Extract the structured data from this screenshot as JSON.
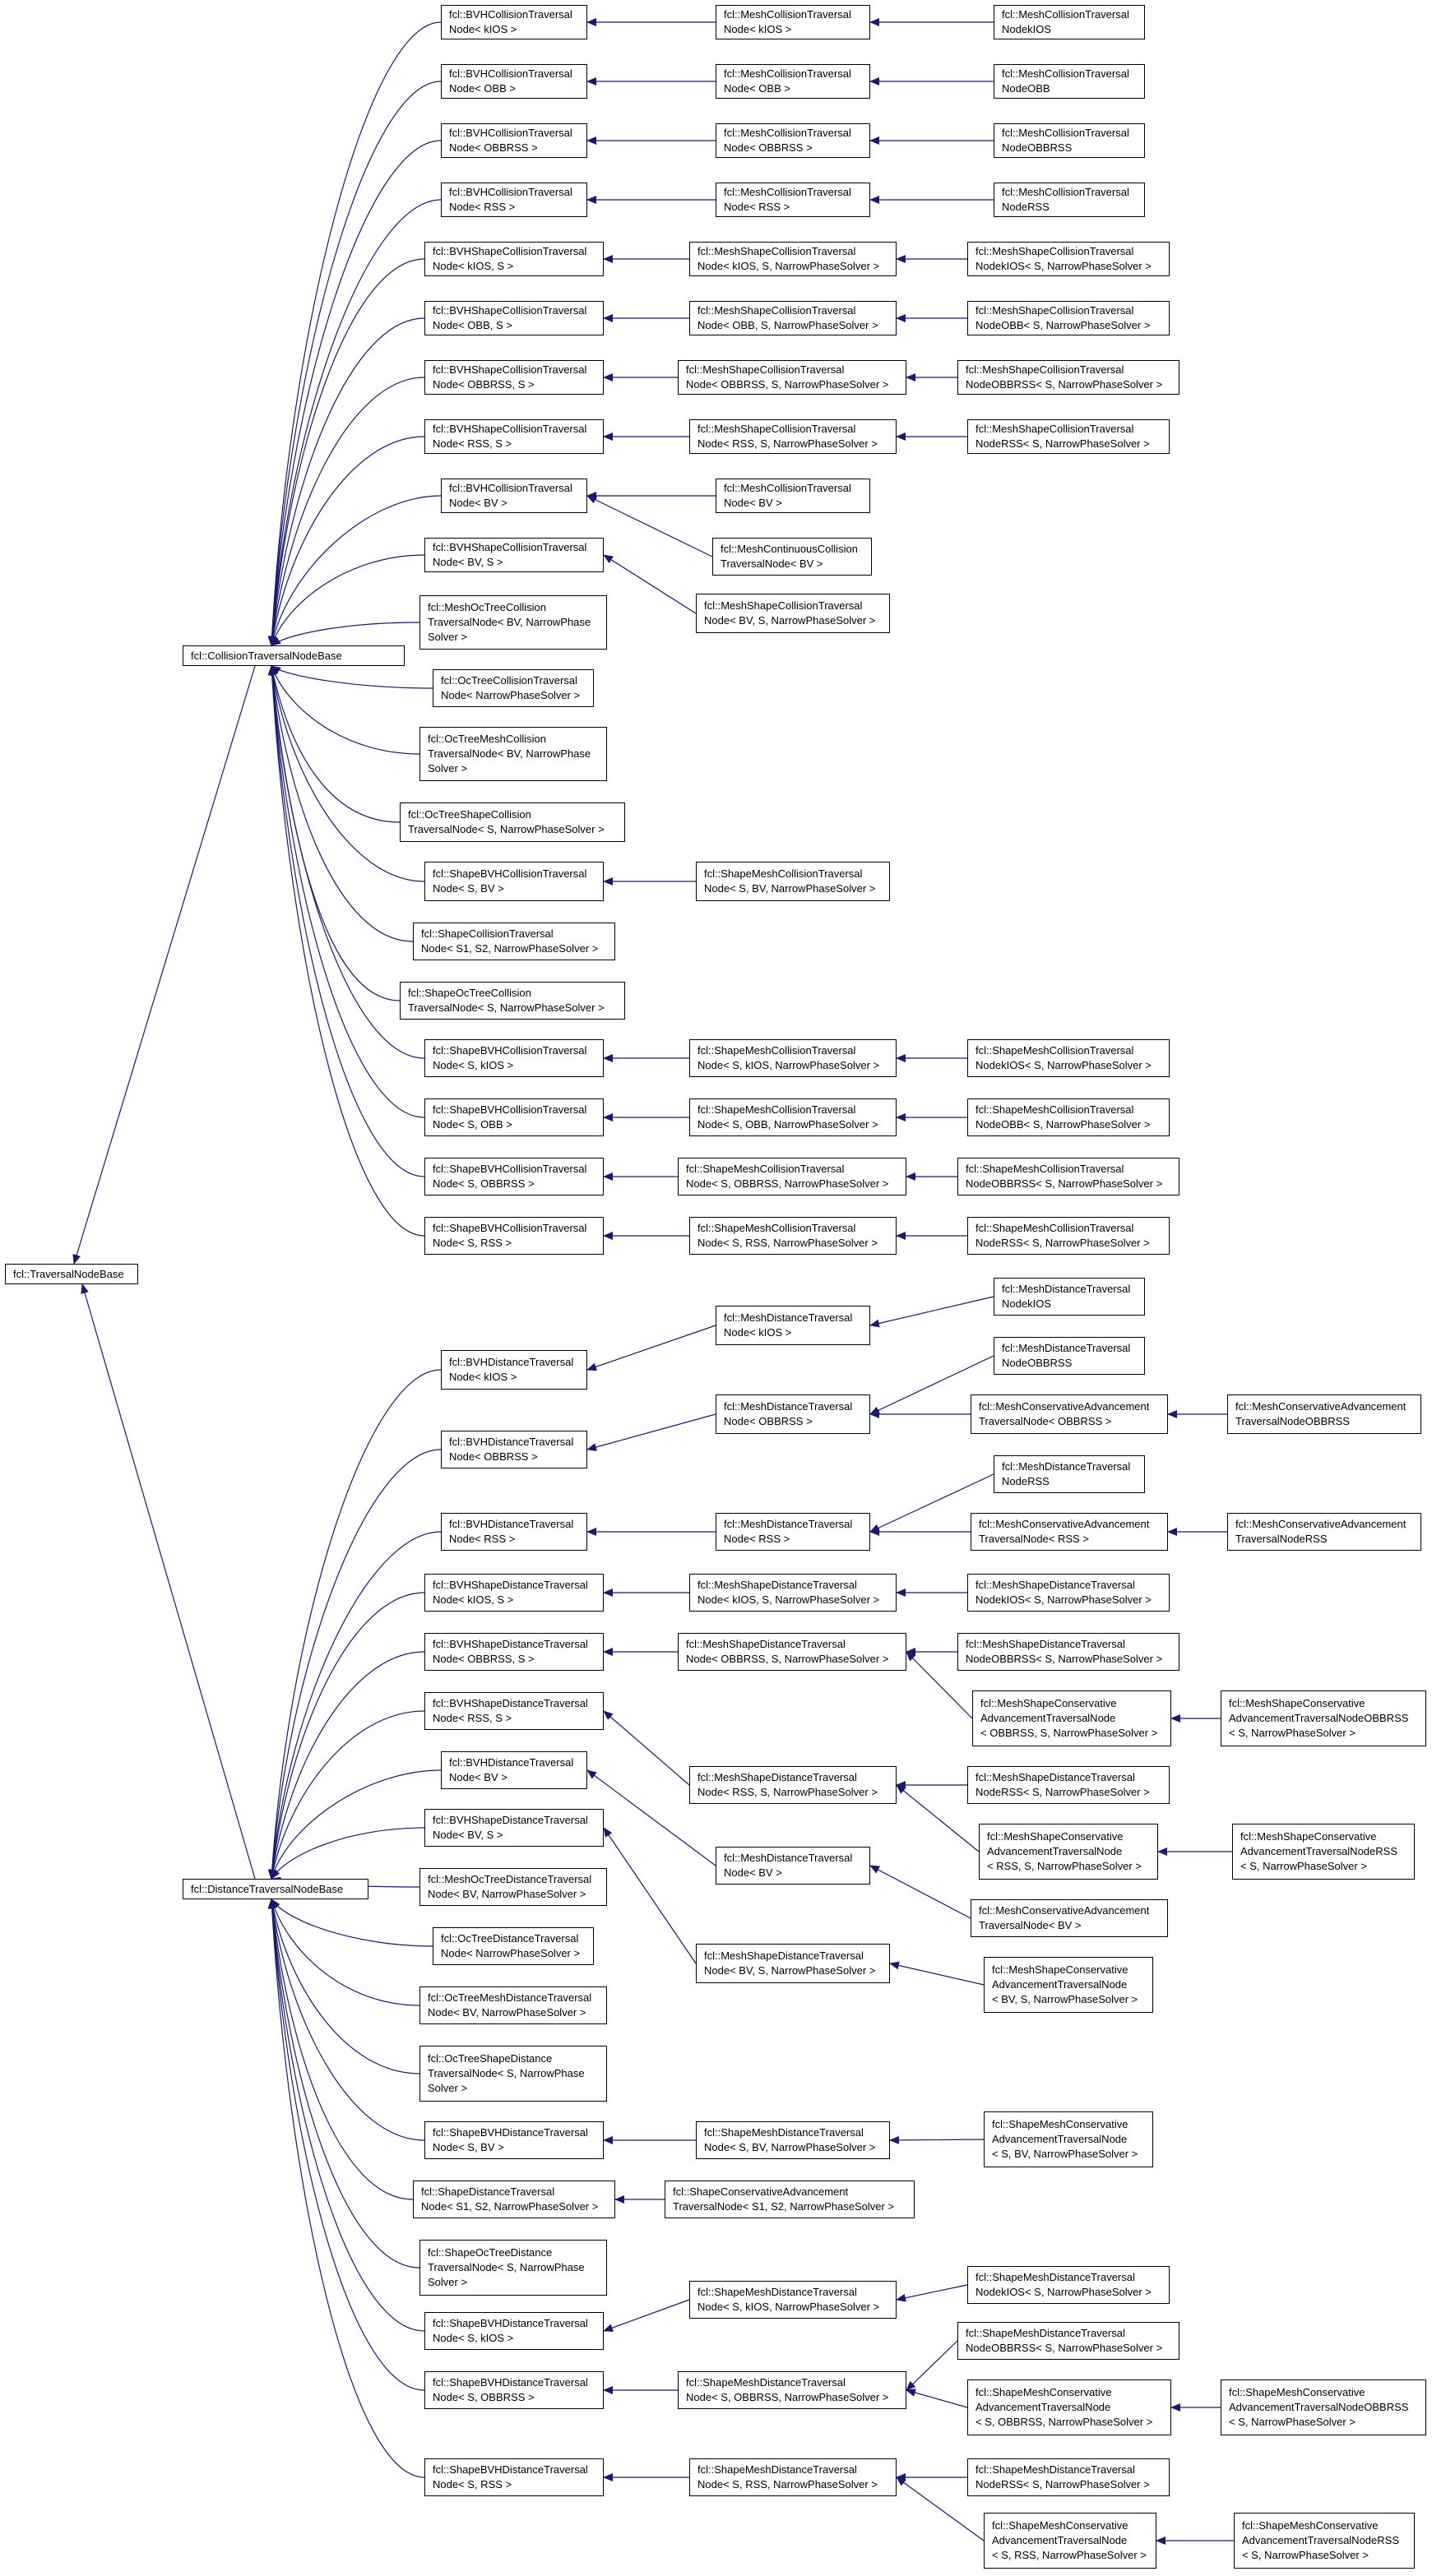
{
  "title": "",
  "colors": {
    "edge": "#191970",
    "border": "#000000",
    "background": "#ffffff"
  },
  "nodes": [
    {
      "id": "root",
      "lines": [
        "fcl::TraversalNodeBase"
      ]
    },
    {
      "id": "cbase",
      "lines": [
        "fcl::CollisionTraversalNodeBase"
      ]
    },
    {
      "id": "dbase",
      "lines": [
        "fcl::DistanceTraversalNodeBase"
      ]
    },
    {
      "id": "c1a",
      "lines": [
        "fcl::BVHCollisionTraversal",
        "Node< kIOS >"
      ]
    },
    {
      "id": "c1b",
      "lines": [
        "fcl::MeshCollisionTraversal",
        "Node< kIOS >"
      ]
    },
    {
      "id": "c1c",
      "lines": [
        "fcl::MeshCollisionTraversal",
        "NodekIOS"
      ]
    },
    {
      "id": "c2a",
      "lines": [
        "fcl::BVHCollisionTraversal",
        "Node< OBB >"
      ]
    },
    {
      "id": "c2b",
      "lines": [
        "fcl::MeshCollisionTraversal",
        "Node< OBB >"
      ]
    },
    {
      "id": "c2c",
      "lines": [
        "fcl::MeshCollisionTraversal",
        "NodeOBB"
      ]
    },
    {
      "id": "c3a",
      "lines": [
        "fcl::BVHCollisionTraversal",
        "Node< OBBRSS >"
      ]
    },
    {
      "id": "c3b",
      "lines": [
        "fcl::MeshCollisionTraversal",
        "Node< OBBRSS >"
      ]
    },
    {
      "id": "c3c",
      "lines": [
        "fcl::MeshCollisionTraversal",
        "NodeOBBRSS"
      ]
    },
    {
      "id": "c4a",
      "lines": [
        "fcl::BVHCollisionTraversal",
        "Node< RSS >"
      ]
    },
    {
      "id": "c4b",
      "lines": [
        "fcl::MeshCollisionTraversal",
        "Node< RSS >"
      ]
    },
    {
      "id": "c4c",
      "lines": [
        "fcl::MeshCollisionTraversal",
        "NodeRSS"
      ]
    },
    {
      "id": "c5a",
      "lines": [
        "fcl::BVHShapeCollisionTraversal",
        "Node< kIOS, S >"
      ]
    },
    {
      "id": "c5b",
      "lines": [
        "fcl::MeshShapeCollisionTraversal",
        "Node< kIOS, S, NarrowPhaseSolver >"
      ]
    },
    {
      "id": "c5c",
      "lines": [
        "fcl::MeshShapeCollisionTraversal",
        "NodekIOS< S, NarrowPhaseSolver >"
      ]
    },
    {
      "id": "c6a",
      "lines": [
        "fcl::BVHShapeCollisionTraversal",
        "Node< OBB, S >"
      ]
    },
    {
      "id": "c6b",
      "lines": [
        "fcl::MeshShapeCollisionTraversal",
        "Node< OBB, S, NarrowPhaseSolver >"
      ]
    },
    {
      "id": "c6c",
      "lines": [
        "fcl::MeshShapeCollisionTraversal",
        "NodeOBB< S, NarrowPhaseSolver >"
      ]
    },
    {
      "id": "c7a",
      "lines": [
        "fcl::BVHShapeCollisionTraversal",
        "Node< OBBRSS, S >"
      ]
    },
    {
      "id": "c7b",
      "lines": [
        "fcl::MeshShapeCollisionTraversal",
        "Node< OBBRSS, S, NarrowPhaseSolver >"
      ]
    },
    {
      "id": "c7c",
      "lines": [
        "fcl::MeshShapeCollisionTraversal",
        "NodeOBBRSS< S, NarrowPhaseSolver >"
      ]
    },
    {
      "id": "c8a",
      "lines": [
        "fcl::BVHShapeCollisionTraversal",
        "Node< RSS, S >"
      ]
    },
    {
      "id": "c8b",
      "lines": [
        "fcl::MeshShapeCollisionTraversal",
        "Node< RSS, S, NarrowPhaseSolver >"
      ]
    },
    {
      "id": "c8c",
      "lines": [
        "fcl::MeshShapeCollisionTraversal",
        "NodeRSS< S, NarrowPhaseSolver >"
      ]
    },
    {
      "id": "c9a",
      "lines": [
        "fcl::BVHCollisionTraversal",
        "Node< BV >"
      ]
    },
    {
      "id": "c9b",
      "lines": [
        "fcl::MeshCollisionTraversal",
        "Node< BV >"
      ]
    },
    {
      "id": "c9c",
      "lines": [
        "fcl::MeshContinuousCollision",
        "TraversalNode< BV >"
      ]
    },
    {
      "id": "c10a",
      "lines": [
        "fcl::BVHShapeCollisionTraversal",
        "Node< BV, S >"
      ]
    },
    {
      "id": "c10b",
      "lines": [
        "fcl::MeshShapeCollisionTraversal",
        "Node< BV, S, NarrowPhaseSolver >"
      ]
    },
    {
      "id": "c11",
      "lines": [
        "fcl::MeshOcTreeCollision",
        "TraversalNode< BV, NarrowPhase",
        "Solver >"
      ]
    },
    {
      "id": "c12",
      "lines": [
        "fcl::OcTreeCollisionTraversal",
        "Node< NarrowPhaseSolver >"
      ]
    },
    {
      "id": "c13",
      "lines": [
        "fcl::OcTreeMeshCollision",
        "TraversalNode< BV, NarrowPhase",
        "Solver >"
      ]
    },
    {
      "id": "c14",
      "lines": [
        "fcl::OcTreeShapeCollision",
        "TraversalNode< S, NarrowPhaseSolver >"
      ]
    },
    {
      "id": "c15a",
      "lines": [
        "fcl::ShapeBVHCollisionTraversal",
        "Node< S, BV >"
      ]
    },
    {
      "id": "c15b",
      "lines": [
        "fcl::ShapeMeshCollisionTraversal",
        "Node< S, BV, NarrowPhaseSolver >"
      ]
    },
    {
      "id": "c16",
      "lines": [
        "fcl::ShapeCollisionTraversal",
        "Node< S1, S2, NarrowPhaseSolver >"
      ]
    },
    {
      "id": "c17",
      "lines": [
        "fcl::ShapeOcTreeCollision",
        "TraversalNode< S, NarrowPhaseSolver >"
      ]
    },
    {
      "id": "c18a",
      "lines": [
        "fcl::ShapeBVHCollisionTraversal",
        "Node< S, kIOS >"
      ]
    },
    {
      "id": "c18b",
      "lines": [
        "fcl::ShapeMeshCollisionTraversal",
        "Node< S, kIOS, NarrowPhaseSolver >"
      ]
    },
    {
      "id": "c18c",
      "lines": [
        "fcl::ShapeMeshCollisionTraversal",
        "NodekIOS< S, NarrowPhaseSolver >"
      ]
    },
    {
      "id": "c19a",
      "lines": [
        "fcl::ShapeBVHCollisionTraversal",
        "Node< S, OBB >"
      ]
    },
    {
      "id": "c19b",
      "lines": [
        "fcl::ShapeMeshCollisionTraversal",
        "Node< S, OBB, NarrowPhaseSolver >"
      ]
    },
    {
      "id": "c19c",
      "lines": [
        "fcl::ShapeMeshCollisionTraversal",
        "NodeOBB< S, NarrowPhaseSolver >"
      ]
    },
    {
      "id": "c20a",
      "lines": [
        "fcl::ShapeBVHCollisionTraversal",
        "Node< S, OBBRSS >"
      ]
    },
    {
      "id": "c20b",
      "lines": [
        "fcl::ShapeMeshCollisionTraversal",
        "Node< S, OBBRSS, NarrowPhaseSolver >"
      ]
    },
    {
      "id": "c20c",
      "lines": [
        "fcl::ShapeMeshCollisionTraversal",
        "NodeOBBRSS< S, NarrowPhaseSolver >"
      ]
    },
    {
      "id": "c21a",
      "lines": [
        "fcl::ShapeBVHCollisionTraversal",
        "Node< S, RSS >"
      ]
    },
    {
      "id": "c21b",
      "lines": [
        "fcl::ShapeMeshCollisionTraversal",
        "Node< S, RSS, NarrowPhaseSolver >"
      ]
    },
    {
      "id": "c21c",
      "lines": [
        "fcl::ShapeMeshCollisionTraversal",
        "NodeRSS< S, NarrowPhaseSolver >"
      ]
    },
    {
      "id": "d1a",
      "lines": [
        "fcl::BVHDistanceTraversal",
        "Node< kIOS >"
      ]
    },
    {
      "id": "d1b",
      "lines": [
        "fcl::MeshDistanceTraversal",
        "Node< kIOS >"
      ]
    },
    {
      "id": "d1c",
      "lines": [
        "fcl::MeshDistanceTraversal",
        "NodekIOS"
      ]
    },
    {
      "id": "d2a",
      "lines": [
        "fcl::BVHDistanceTraversal",
        "Node< OBBRSS >"
      ]
    },
    {
      "id": "d2b",
      "lines": [
        "fcl::MeshDistanceTraversal",
        "Node< OBBRSS >"
      ]
    },
    {
      "id": "d2c",
      "lines": [
        "fcl::MeshDistanceTraversal",
        "NodeOBBRSS"
      ]
    },
    {
      "id": "d2d",
      "lines": [
        "fcl::MeshConservativeAdvancement",
        "TraversalNode< OBBRSS >"
      ]
    },
    {
      "id": "d2e",
      "lines": [
        "fcl::MeshConservativeAdvancement",
        "TraversalNodeOBBRSS"
      ]
    },
    {
      "id": "d3a",
      "lines": [
        "fcl::BVHDistanceTraversal",
        "Node< RSS >"
      ]
    },
    {
      "id": "d3b",
      "lines": [
        "fcl::MeshDistanceTraversal",
        "Node< RSS >"
      ]
    },
    {
      "id": "d3c",
      "lines": [
        "fcl::MeshDistanceTraversal",
        "NodeRSS"
      ]
    },
    {
      "id": "d3d",
      "lines": [
        "fcl::MeshConservativeAdvancement",
        "TraversalNode< RSS >"
      ]
    },
    {
      "id": "d3e",
      "lines": [
        "fcl::MeshConservativeAdvancement",
        "TraversalNodeRSS"
      ]
    },
    {
      "id": "d4a",
      "lines": [
        "fcl::BVHShapeDistanceTraversal",
        "Node< kIOS, S >"
      ]
    },
    {
      "id": "d4b",
      "lines": [
        "fcl::MeshShapeDistanceTraversal",
        "Node< kIOS, S, NarrowPhaseSolver >"
      ]
    },
    {
      "id": "d4c",
      "lines": [
        "fcl::MeshShapeDistanceTraversal",
        "NodekIOS< S, NarrowPhaseSolver >"
      ]
    },
    {
      "id": "d5a",
      "lines": [
        "fcl::BVHShapeDistanceTraversal",
        "Node< OBBRSS, S >"
      ]
    },
    {
      "id": "d5b",
      "lines": [
        "fcl::MeshShapeDistanceTraversal",
        "Node< OBBRSS, S, NarrowPhaseSolver >"
      ]
    },
    {
      "id": "d5c",
      "lines": [
        "fcl::MeshShapeDistanceTraversal",
        "NodeOBBRSS< S, NarrowPhaseSolver >"
      ]
    },
    {
      "id": "d5d",
      "lines": [
        "fcl::MeshShapeConservative",
        "AdvancementTraversalNode",
        "< OBBRSS, S, NarrowPhaseSolver >"
      ]
    },
    {
      "id": "d5e",
      "lines": [
        "fcl::MeshShapeConservative",
        "AdvancementTraversalNodeOBBRSS",
        "< S, NarrowPhaseSolver >"
      ]
    },
    {
      "id": "d6a",
      "lines": [
        "fcl::BVHShapeDistanceTraversal",
        "Node< RSS, S >"
      ]
    },
    {
      "id": "d6b",
      "lines": [
        "fcl::MeshShapeDistanceTraversal",
        "Node< RSS, S, NarrowPhaseSolver >"
      ]
    },
    {
      "id": "d6c",
      "lines": [
        "fcl::MeshShapeDistanceTraversal",
        "NodeRSS< S, NarrowPhaseSolver >"
      ]
    },
    {
      "id": "d6d",
      "lines": [
        "fcl::MeshShapeConservative",
        "AdvancementTraversalNode",
        "< RSS, S, NarrowPhaseSolver >"
      ]
    },
    {
      "id": "d6e",
      "lines": [
        "fcl::MeshShapeConservative",
        "AdvancementTraversalNodeRSS",
        "< S, NarrowPhaseSolver >"
      ]
    },
    {
      "id": "d7a",
      "lines": [
        "fcl::BVHDistanceTraversal",
        "Node< BV >"
      ]
    },
    {
      "id": "d7b",
      "lines": [
        "fcl::MeshDistanceTraversal",
        "Node< BV >"
      ]
    },
    {
      "id": "d7c",
      "lines": [
        "fcl::MeshConservativeAdvancement",
        "TraversalNode< BV >"
      ]
    },
    {
      "id": "d8a",
      "lines": [
        "fcl::BVHShapeDistanceTraversal",
        "Node< BV, S >"
      ]
    },
    {
      "id": "d8b",
      "lines": [
        "fcl::MeshShapeDistanceTraversal",
        "Node< BV, S, NarrowPhaseSolver >"
      ]
    },
    {
      "id": "d8c",
      "lines": [
        "fcl::MeshShapeConservative",
        "AdvancementTraversalNode",
        "< BV, S, NarrowPhaseSolver >"
      ]
    },
    {
      "id": "d9",
      "lines": [
        "fcl::MeshOcTreeDistanceTraversal",
        "Node< BV, NarrowPhaseSolver >"
      ]
    },
    {
      "id": "d10",
      "lines": [
        "fcl::OcTreeDistanceTraversal",
        "Node< NarrowPhaseSolver >"
      ]
    },
    {
      "id": "d11",
      "lines": [
        "fcl::OcTreeMeshDistanceTraversal",
        "Node< BV, NarrowPhaseSolver >"
      ]
    },
    {
      "id": "d12",
      "lines": [
        "fcl::OcTreeShapeDistance",
        "TraversalNode< S, NarrowPhase",
        "Solver >"
      ]
    },
    {
      "id": "d13a",
      "lines": [
        "fcl::ShapeBVHDistanceTraversal",
        "Node< S, BV >"
      ]
    },
    {
      "id": "d13b",
      "lines": [
        "fcl::ShapeMeshDistanceTraversal",
        "Node< S, BV, NarrowPhaseSolver >"
      ]
    },
    {
      "id": "d13c",
      "lines": [
        "fcl::ShapeMeshConservative",
        "AdvancementTraversalNode",
        "< S, BV, NarrowPhaseSolver >"
      ]
    },
    {
      "id": "d14a",
      "lines": [
        "fcl::ShapeDistanceTraversal",
        "Node< S1, S2, NarrowPhaseSolver >"
      ]
    },
    {
      "id": "d14b",
      "lines": [
        "fcl::ShapeConservativeAdvancement",
        "TraversalNode< S1, S2, NarrowPhaseSolver >"
      ]
    },
    {
      "id": "d15",
      "lines": [
        "fcl::ShapeOcTreeDistance",
        "TraversalNode< S, NarrowPhase",
        "Solver >"
      ]
    },
    {
      "id": "d16a",
      "lines": [
        "fcl::ShapeBVHDistanceTraversal",
        "Node< S, kIOS >"
      ]
    },
    {
      "id": "d16b",
      "lines": [
        "fcl::ShapeMeshDistanceTraversal",
        "Node< S, kIOS, NarrowPhaseSolver >"
      ]
    },
    {
      "id": "d16c",
      "lines": [
        "fcl::ShapeMeshDistanceTraversal",
        "NodekIOS< S, NarrowPhaseSolver >"
      ]
    },
    {
      "id": "d17a",
      "lines": [
        "fcl::ShapeBVHDistanceTraversal",
        "Node< S, OBBRSS >"
      ]
    },
    {
      "id": "d17b",
      "lines": [
        "fcl::ShapeMeshDistanceTraversal",
        "Node< S, OBBRSS, NarrowPhaseSolver >"
      ]
    },
    {
      "id": "d17c",
      "lines": [
        "fcl::ShapeMeshDistanceTraversal",
        "NodeOBBRSS< S, NarrowPhaseSolver >"
      ]
    },
    {
      "id": "d17d",
      "lines": [
        "fcl::ShapeMeshConservative",
        "AdvancementTraversalNode",
        "< S, OBBRSS, NarrowPhaseSolver >"
      ]
    },
    {
      "id": "d17e",
      "lines": [
        "fcl::ShapeMeshConservative",
        "AdvancementTraversalNodeOBBRSS",
        "< S, NarrowPhaseSolver >"
      ]
    },
    {
      "id": "d18a",
      "lines": [
        "fcl::ShapeBVHDistanceTraversal",
        "Node< S, RSS >"
      ]
    },
    {
      "id": "d18b",
      "lines": [
        "fcl::ShapeMeshDistanceTraversal",
        "Node< S, RSS, NarrowPhaseSolver >"
      ]
    },
    {
      "id": "d18c",
      "lines": [
        "fcl::ShapeMeshDistanceTraversal",
        "NodeRSS< S, NarrowPhaseSolver >"
      ]
    },
    {
      "id": "d18d",
      "lines": [
        "fcl::ShapeMeshConservative",
        "AdvancementTraversalNode",
        "< S, RSS, NarrowPhaseSolver >"
      ]
    },
    {
      "id": "d18e",
      "lines": [
        "fcl::ShapeMeshConservative",
        "AdvancementTraversalNodeRSS",
        "< S, NarrowPhaseSolver >"
      ]
    }
  ],
  "edges": [
    [
      "cbase",
      "root"
    ],
    [
      "dbase",
      "root"
    ],
    [
      "c1a",
      "cbase"
    ],
    [
      "c1b",
      "c1a"
    ],
    [
      "c1c",
      "c1b"
    ],
    [
      "c2a",
      "cbase"
    ],
    [
      "c2b",
      "c2a"
    ],
    [
      "c2c",
      "c2b"
    ],
    [
      "c3a",
      "cbase"
    ],
    [
      "c3b",
      "c3a"
    ],
    [
      "c3c",
      "c3b"
    ],
    [
      "c4a",
      "cbase"
    ],
    [
      "c4b",
      "c4a"
    ],
    [
      "c4c",
      "c4b"
    ],
    [
      "c5a",
      "cbase"
    ],
    [
      "c5b",
      "c5a"
    ],
    [
      "c5c",
      "c5b"
    ],
    [
      "c6a",
      "cbase"
    ],
    [
      "c6b",
      "c6a"
    ],
    [
      "c6c",
      "c6b"
    ],
    [
      "c7a",
      "cbase"
    ],
    [
      "c7b",
      "c7a"
    ],
    [
      "c7c",
      "c7b"
    ],
    [
      "c8a",
      "cbase"
    ],
    [
      "c8b",
      "c8a"
    ],
    [
      "c8c",
      "c8b"
    ],
    [
      "c9a",
      "cbase"
    ],
    [
      "c9b",
      "c9a"
    ],
    [
      "c9c",
      "c9a"
    ],
    [
      "c10a",
      "cbase"
    ],
    [
      "c10b",
      "c10a"
    ],
    [
      "c11",
      "cbase"
    ],
    [
      "c12",
      "cbase"
    ],
    [
      "c13",
      "cbase"
    ],
    [
      "c14",
      "cbase"
    ],
    [
      "c15a",
      "cbase"
    ],
    [
      "c15b",
      "c15a"
    ],
    [
      "c16",
      "cbase"
    ],
    [
      "c17",
      "cbase"
    ],
    [
      "c18a",
      "cbase"
    ],
    [
      "c18b",
      "c18a"
    ],
    [
      "c18c",
      "c18b"
    ],
    [
      "c19a",
      "cbase"
    ],
    [
      "c19b",
      "c19a"
    ],
    [
      "c19c",
      "c19b"
    ],
    [
      "c20a",
      "cbase"
    ],
    [
      "c20b",
      "c20a"
    ],
    [
      "c20c",
      "c20b"
    ],
    [
      "c21a",
      "cbase"
    ],
    [
      "c21b",
      "c21a"
    ],
    [
      "c21c",
      "c21b"
    ],
    [
      "d1a",
      "dbase"
    ],
    [
      "d1b",
      "d1a"
    ],
    [
      "d1c",
      "d1b"
    ],
    [
      "d2a",
      "dbase"
    ],
    [
      "d2b",
      "d2a"
    ],
    [
      "d2c",
      "d2b"
    ],
    [
      "d2d",
      "d2b"
    ],
    [
      "d2e",
      "d2d"
    ],
    [
      "d3a",
      "dbase"
    ],
    [
      "d3b",
      "d3a"
    ],
    [
      "d3c",
      "d3b"
    ],
    [
      "d3d",
      "d3b"
    ],
    [
      "d3e",
      "d3d"
    ],
    [
      "d4a",
      "dbase"
    ],
    [
      "d4b",
      "d4a"
    ],
    [
      "d4c",
      "d4b"
    ],
    [
      "d5a",
      "dbase"
    ],
    [
      "d5b",
      "d5a"
    ],
    [
      "d5c",
      "d5b"
    ],
    [
      "d5d",
      "d5b"
    ],
    [
      "d5e",
      "d5d"
    ],
    [
      "d6a",
      "dbase"
    ],
    [
      "d6b",
      "d6a"
    ],
    [
      "d6c",
      "d6b"
    ],
    [
      "d6d",
      "d6b"
    ],
    [
      "d6e",
      "d6d"
    ],
    [
      "d7a",
      "dbase"
    ],
    [
      "d7b",
      "d7a"
    ],
    [
      "d7c",
      "d7b"
    ],
    [
      "d8a",
      "dbase"
    ],
    [
      "d8b",
      "d8a"
    ],
    [
      "d8c",
      "d8b"
    ],
    [
      "d9",
      "dbase"
    ],
    [
      "d10",
      "dbase"
    ],
    [
      "d11",
      "dbase"
    ],
    [
      "d12",
      "dbase"
    ],
    [
      "d13a",
      "dbase"
    ],
    [
      "d13b",
      "d13a"
    ],
    [
      "d13c",
      "d13b"
    ],
    [
      "d14a",
      "dbase"
    ],
    [
      "d14b",
      "d14a"
    ],
    [
      "d15",
      "dbase"
    ],
    [
      "d16a",
      "dbase"
    ],
    [
      "d16b",
      "d16a"
    ],
    [
      "d16c",
      "d16b"
    ],
    [
      "d17a",
      "dbase"
    ],
    [
      "d17b",
      "d17a"
    ],
    [
      "d17c",
      "d17b"
    ],
    [
      "d17d",
      "d17b"
    ],
    [
      "d17e",
      "d17d"
    ],
    [
      "d18a",
      "dbase"
    ],
    [
      "d18b",
      "d18a"
    ],
    [
      "d18c",
      "d18b"
    ],
    [
      "d18d",
      "d18b"
    ],
    [
      "d18e",
      "d18d"
    ]
  ]
}
